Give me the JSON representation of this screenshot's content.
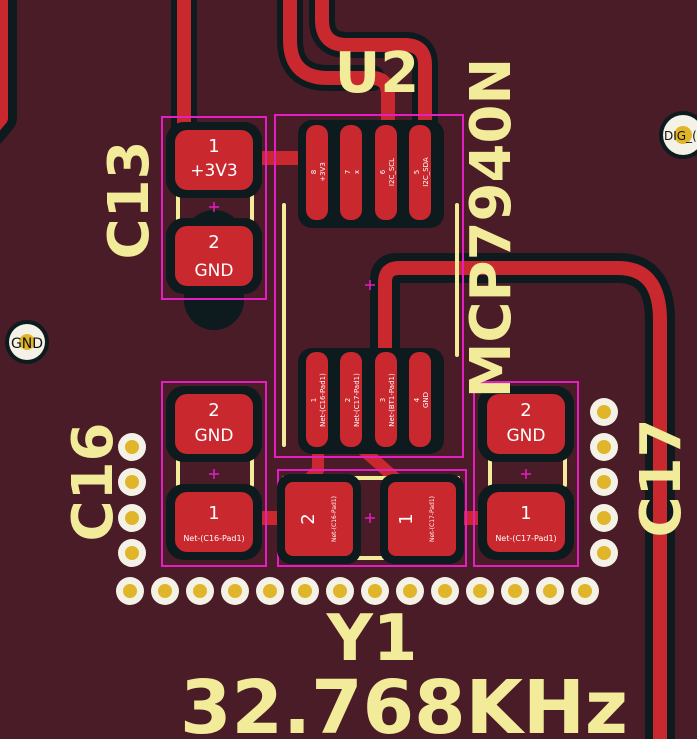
{
  "colors": {
    "board": "#4a1c27",
    "copper": "#c8282e",
    "clearance": "#0d1a1e",
    "silkscreen": "#f2eb9a",
    "courtyard": "#e31ec2",
    "via": "#e0b52a",
    "pad_text": "#ffffff"
  },
  "u2": {
    "reference": "U2",
    "value": "MCP7940N",
    "pins": [
      {
        "number": "8",
        "net": "+3V3"
      },
      {
        "number": "7",
        "net": "x"
      },
      {
        "number": "6",
        "net": "I2C_SCL"
      },
      {
        "number": "5",
        "net": "I2C_SDA"
      },
      {
        "number": "1",
        "net": "Net-(C16-Pad1)"
      },
      {
        "number": "2",
        "net": "Net-(C17-Pad1)"
      },
      {
        "number": "3",
        "net": "Net-(BT1-Pad1)"
      },
      {
        "number": "4",
        "net": "GND"
      }
    ]
  },
  "c13": {
    "reference": "C13",
    "pad1": {
      "number": "1",
      "net": "+3V3"
    },
    "pad2": {
      "number": "2",
      "net": "GND"
    }
  },
  "c16": {
    "reference": "C16",
    "pad2": {
      "number": "2",
      "net": "GND"
    },
    "pad1": {
      "number": "1",
      "net": "Net-(C16-Pad1)"
    }
  },
  "c17": {
    "reference": "C17",
    "pad2": {
      "number": "2",
      "net": "GND"
    },
    "pad1": {
      "number": "1",
      "net": "Net-(C17-Pad1)"
    }
  },
  "y1": {
    "reference": "Y1",
    "value": "32.768KHz",
    "pad2": {
      "number": "2",
      "net": "Net-(C16-Pad1)"
    },
    "pad1": {
      "number": "1",
      "net": "Net-(C17-Pad1)"
    }
  },
  "vias": {
    "gnd_label": "GND",
    "dig_label": "DIG_("
  }
}
